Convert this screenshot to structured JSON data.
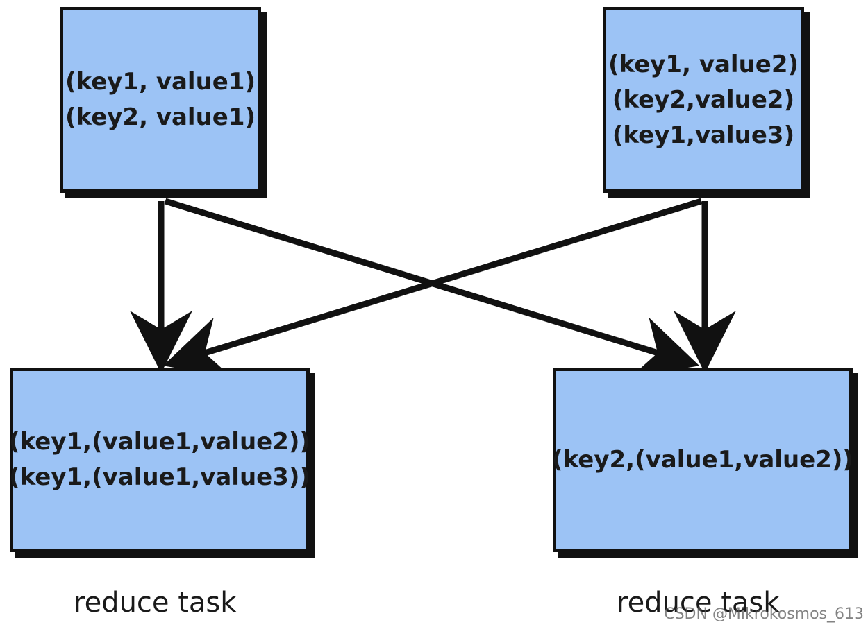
{
  "boxes": {
    "top_left": {
      "lines": [
        "(key1, value1)",
        "(key2, value1)"
      ]
    },
    "top_right": {
      "lines": [
        "(key1, value2)",
        "(key2,value2)",
        "(key1,value3)"
      ]
    },
    "bottom_left": {
      "lines": [
        "(key1,(value1,value2))",
        "(key1,(value1,value3))"
      ]
    },
    "bottom_right": {
      "lines": [
        "(key2,(value1,value2))"
      ]
    }
  },
  "captions": {
    "left": "reduce task",
    "right": "reduce task"
  },
  "watermark": "CSDN @Mikrokosmos_613",
  "colors": {
    "box_fill": "#9cc3f5",
    "stroke": "#111111"
  }
}
